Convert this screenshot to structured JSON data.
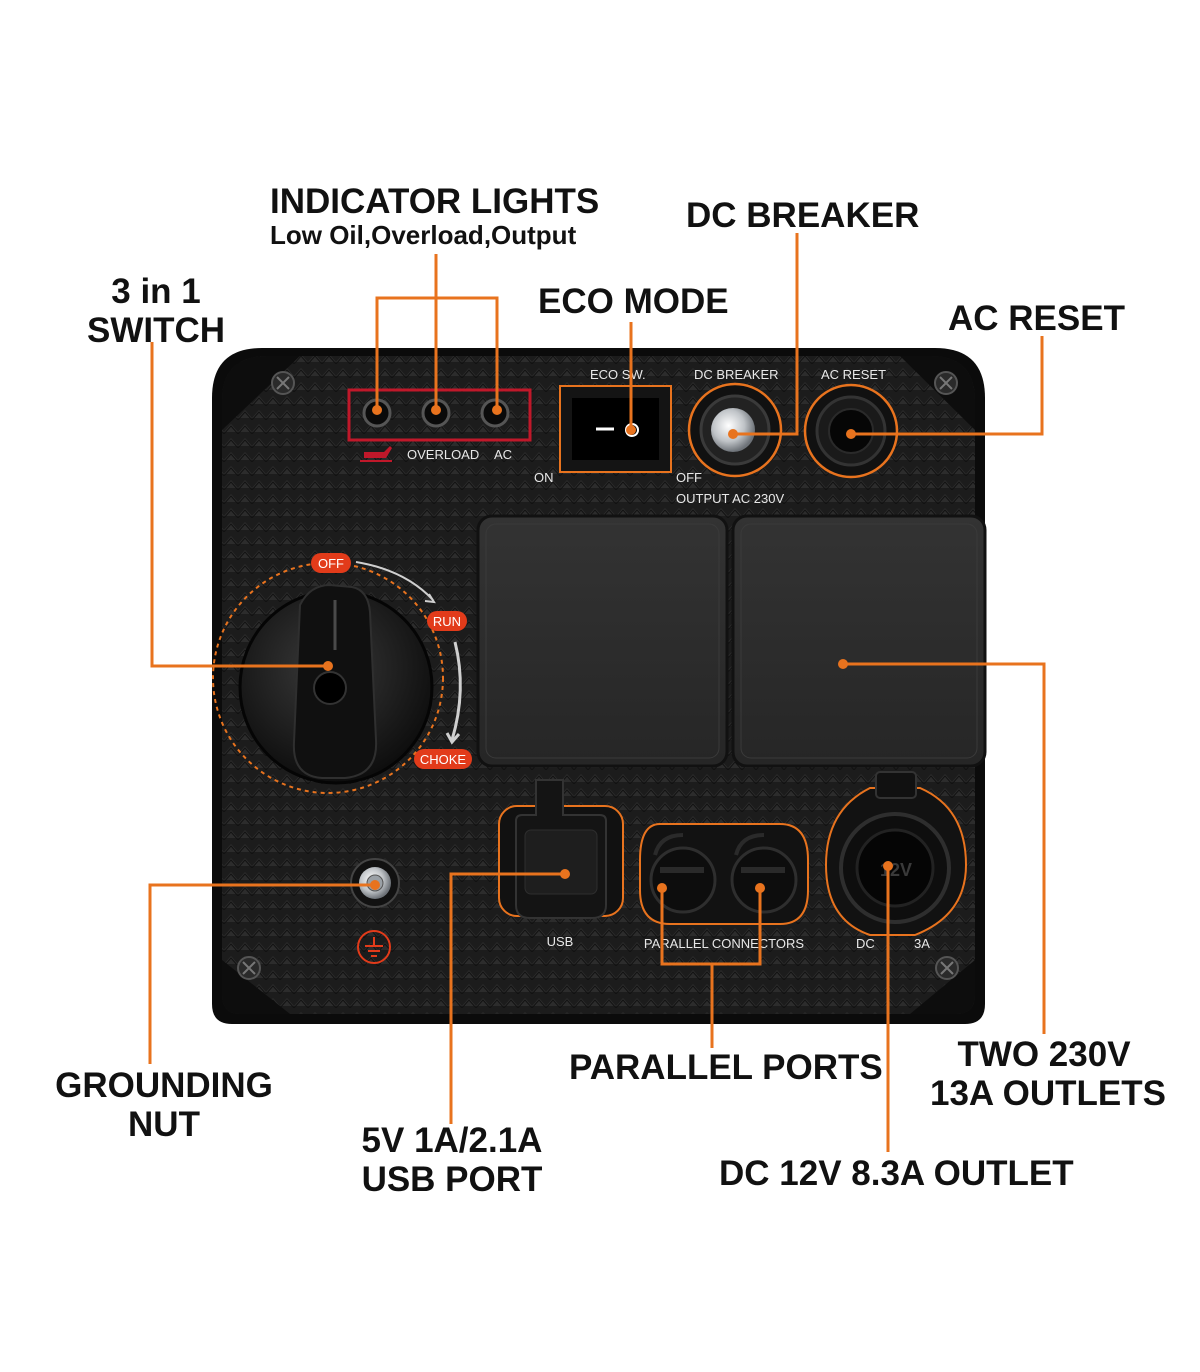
{
  "colors": {
    "leader": "#e8731e",
    "panel": "#1c1c1c",
    "panel_edge": "#0b0b0b",
    "panel_text": "#e8e8e8",
    "badge": "#e23b1a",
    "indicator_frame": "#c0182a",
    "cover": "#2b2b2b",
    "label_text": "#111111"
  },
  "callouts": {
    "indicator_lights": {
      "title": "INDICATOR LIGHTS",
      "subtitle": "Low Oil,Overload,Output"
    },
    "dc_breaker": "DC BREAKER",
    "eco_mode": "ECO MODE",
    "ac_reset": "AC RESET",
    "three_in_one_switch": [
      "3 in 1",
      "SWITCH"
    ],
    "grounding_nut": [
      "GROUNDING",
      "NUT"
    ],
    "usb_port": [
      "5V 1A/2.1A",
      "USB PORT"
    ],
    "parallel_ports": "PARALLEL PORTS",
    "two_outlets": [
      "TWO 230V",
      "13A OUTLETS"
    ],
    "dc_outlet": "DC 12V 8.3A OUTLET"
  },
  "panel_labels": {
    "overload": "OVERLOAD",
    "ac": "AC",
    "eco_sw": "ECO SW.",
    "on": "ON",
    "off": "OFF",
    "dc_breaker": "DC  BREAKER",
    "ac_reset": "AC  RESET",
    "output": "OUTPUT  AC 230V",
    "usb": "USB",
    "parallel_connectors": "PARALLEL  CONNECTORS",
    "dc_label_left": "DC",
    "dc_label_right": "3A",
    "twelve_v": "12V",
    "switch_positions": [
      "OFF",
      "RUN",
      "CHOKE"
    ]
  },
  "icons": [
    "oil-can-icon",
    "ground-symbol-icon",
    "screw-icon",
    "rotary-knob-icon",
    "rocker-switch-icon",
    "breaker-button-icon",
    "reset-button-icon",
    "usb-cap-icon",
    "parallel-cap-icon",
    "dc-socket-icon",
    "grounding-nut-icon"
  ]
}
